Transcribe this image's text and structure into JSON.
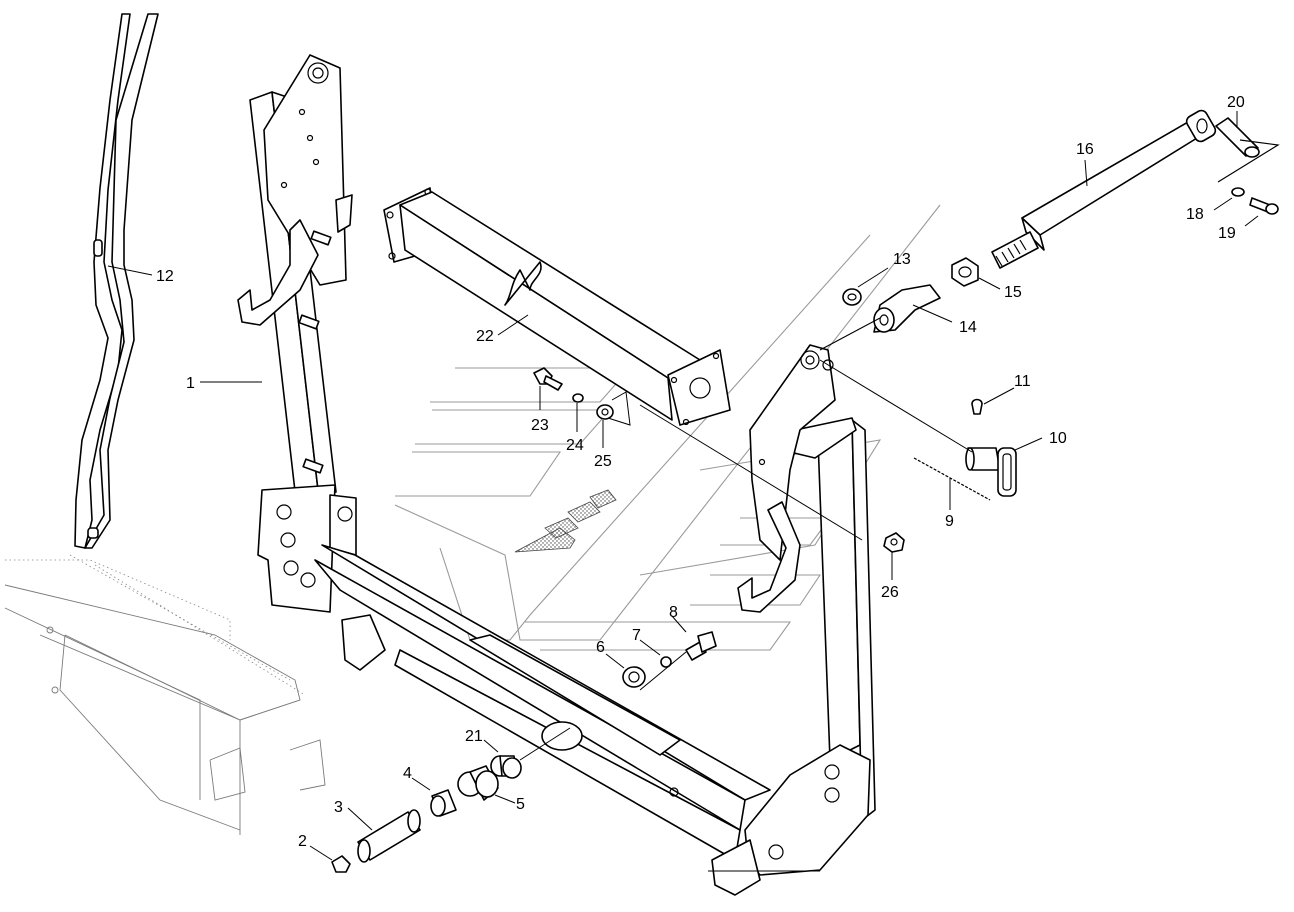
{
  "callouts": [
    {
      "id": "c1",
      "text": "1"
    },
    {
      "id": "c2",
      "text": "2"
    },
    {
      "id": "c3",
      "text": "3"
    },
    {
      "id": "c4",
      "text": "4"
    },
    {
      "id": "c5",
      "text": "5"
    },
    {
      "id": "c6",
      "text": "6"
    },
    {
      "id": "c7",
      "text": "7"
    },
    {
      "id": "c8",
      "text": "8"
    },
    {
      "id": "c9",
      "text": "9"
    },
    {
      "id": "c10",
      "text": "10"
    },
    {
      "id": "c11",
      "text": "11"
    },
    {
      "id": "c12",
      "text": "12"
    },
    {
      "id": "c13",
      "text": "13"
    },
    {
      "id": "c14",
      "text": "14"
    },
    {
      "id": "c15",
      "text": "15"
    },
    {
      "id": "c16",
      "text": "16"
    },
    {
      "id": "c18",
      "text": "18"
    },
    {
      "id": "c19",
      "text": "19"
    },
    {
      "id": "c20",
      "text": "20"
    },
    {
      "id": "c21",
      "text": "21"
    },
    {
      "id": "c22",
      "text": "22"
    },
    {
      "id": "c23",
      "text": "23"
    },
    {
      "id": "c24",
      "text": "24"
    },
    {
      "id": "c25",
      "text": "25"
    },
    {
      "id": "c26",
      "text": "26"
    }
  ]
}
